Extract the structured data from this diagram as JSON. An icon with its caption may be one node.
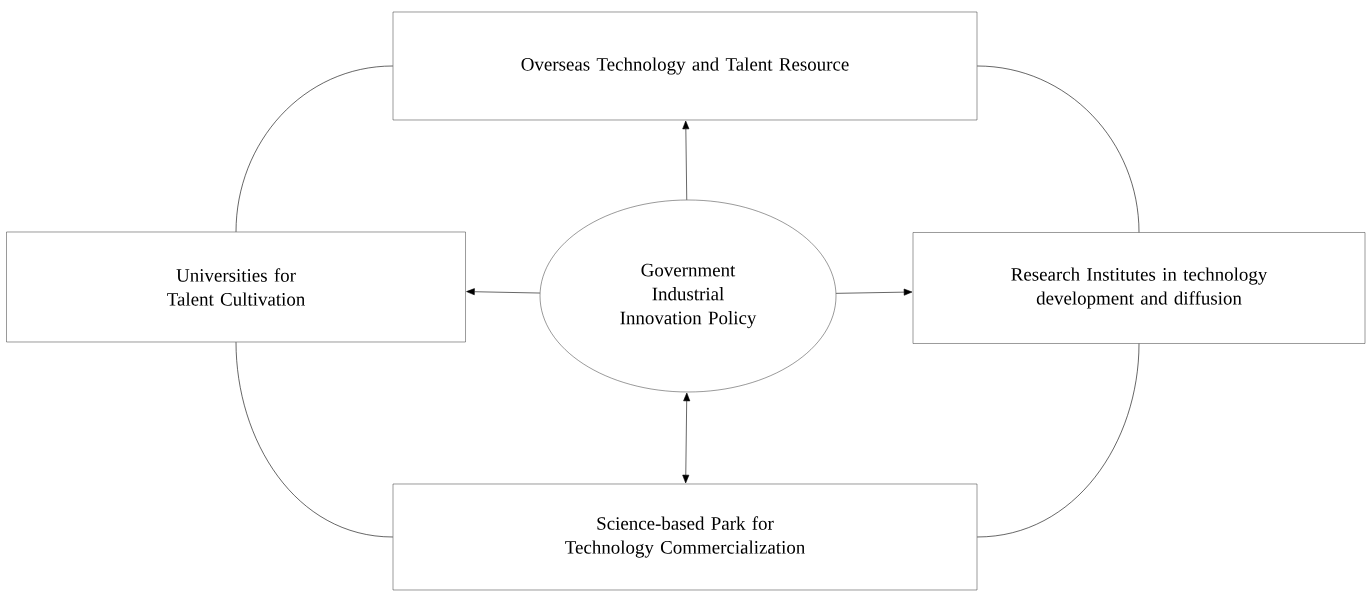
{
  "diagram": {
    "nodes": [
      {
        "text": [
          "Overseas Technology and Talent Resource"
        ]
      },
      {
        "text": [
          "Universities for Talent Cultivation"
        ]
      },
      {
        "text": [
          "Government Industrial Innovation Policy"
        ]
      },
      {
        "text": [
          "Research Institutes in technology development and diffusion"
        ]
      },
      {
        "text": [
          "Science-based Park for Technology Commercialization"
        ]
      }
    ],
    "edges": [
      {
        "from": 2,
        "to": 0,
        "arrow": "to"
      },
      {
        "from": 2,
        "to": 1,
        "arrow": "to"
      },
      {
        "from": 2,
        "to": 3,
        "arrow": "to"
      },
      {
        "from": 2,
        "to": 4,
        "arrow": "both"
      },
      {
        "from": 0,
        "to": 1,
        "arrow": "none"
      },
      {
        "from": 0,
        "to": 3,
        "arrow": "none"
      },
      {
        "from": 1,
        "to": 4,
        "arrow": "none"
      },
      {
        "from": 3,
        "to": 4,
        "arrow": "none"
      }
    ]
  }
}
